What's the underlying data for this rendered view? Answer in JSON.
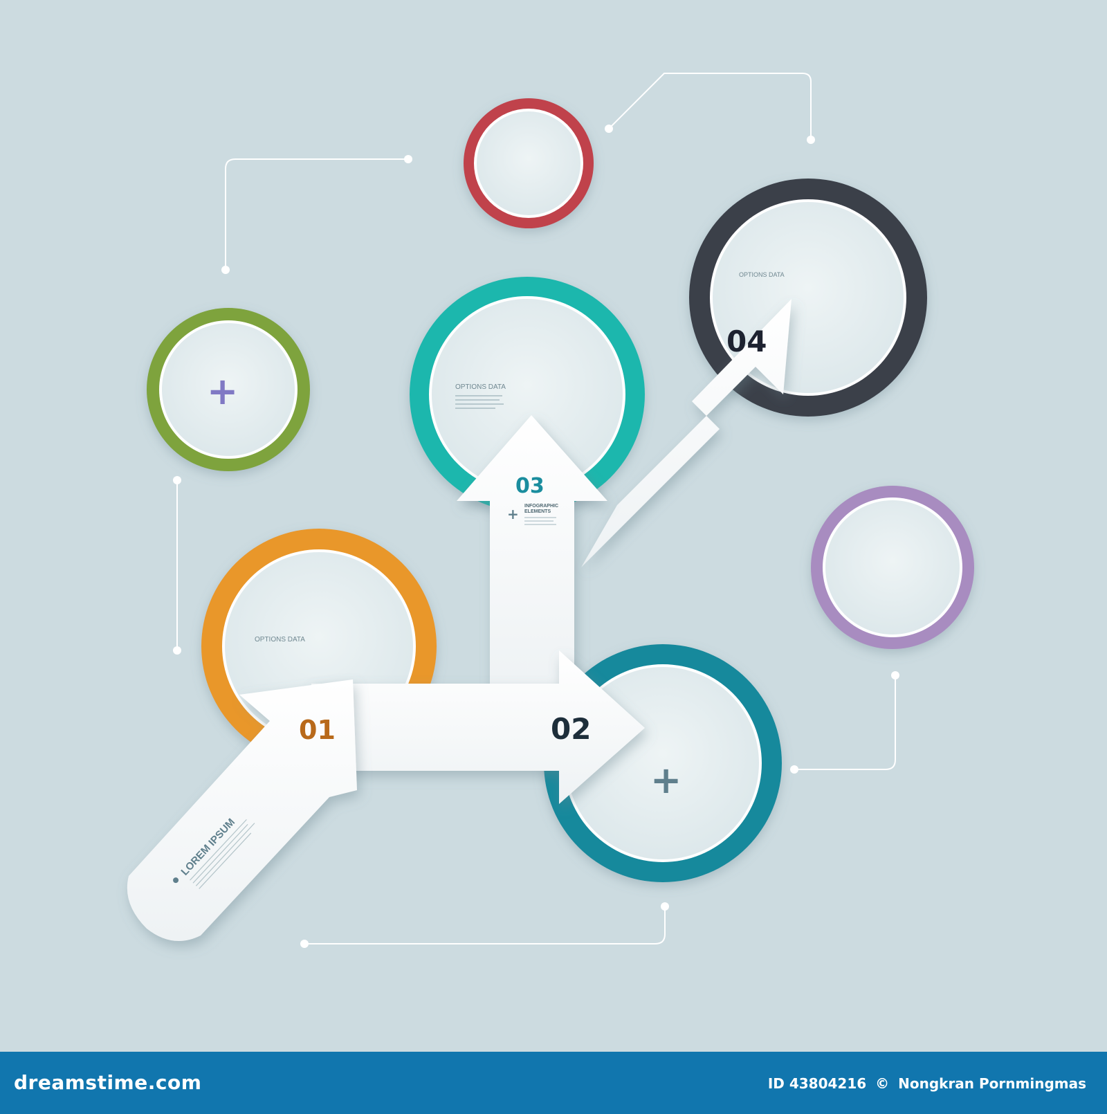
{
  "steps": [
    {
      "number": "01",
      "color": "#b8691a"
    },
    {
      "number": "02",
      "color": "#1d2e3a"
    },
    {
      "number": "03",
      "color": "#1a8d9e"
    },
    {
      "number": "04",
      "color": "#1d2230"
    }
  ],
  "circles": {
    "green_ring": "#7ea33d",
    "red_ring": "#c0434c",
    "teal_ring": "#1fb7ad",
    "dark_ring": "#3b3f4a",
    "orange_ring": "#e9972a",
    "blue_ring": "#17899c",
    "purple_ring": "#a88cc0"
  },
  "labels": {
    "options_data_1": "OPTIONS DATA",
    "options_data_2": "OPTIONS DATA",
    "options_data_3": "OPTIONS DATA",
    "infographic_elements_line1": "INFOGRAPHIC",
    "infographic_elements_line2": "ELEMENTS",
    "lorem_ipsum": "LOREM IPSUM",
    "plus": "+"
  },
  "footer": {
    "brand": "dreamstime.com",
    "id_label": "ID 43804216",
    "copyright": "©",
    "author": "Nongkran Pornmingmas"
  },
  "colors": {
    "background": "#ccdbe0",
    "footer": "#1176ae",
    "arrow": "#ffffff",
    "circle_fill": "#e4eef0",
    "connector_line": "#ffffff"
  }
}
